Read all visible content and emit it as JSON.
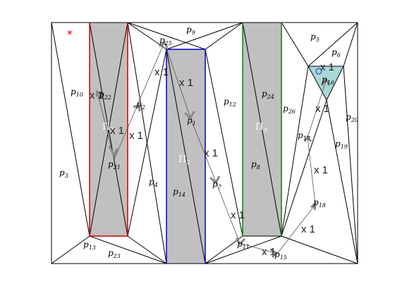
{
  "figure": {
    "corner_marker": "*",
    "colors": {
      "region": "#c0c0c0",
      "triangle": "#a8d8d8",
      "red_edge": "#cc0000",
      "blue_edge": "#0000cc",
      "green_edge": "#008800",
      "path": "#777777",
      "marker": "#4444cc"
    },
    "regions": [
      {
        "id": "Pi1",
        "label": "Π",
        "sub": "1"
      },
      {
        "id": "Pi2",
        "label": "Π",
        "sub": "2"
      },
      {
        "id": "Pi3",
        "label": "Π",
        "sub": "3"
      }
    ],
    "points": [
      {
        "id": "p1",
        "label": "p",
        "sub": "1"
      },
      {
        "id": "p2",
        "label": "p",
        "sub": "2"
      },
      {
        "id": "p3",
        "label": "p",
        "sub": "3"
      },
      {
        "id": "p4",
        "label": "p",
        "sub": "4"
      },
      {
        "id": "p5",
        "label": "p",
        "sub": "5"
      },
      {
        "id": "p6",
        "label": "p",
        "sub": "6"
      },
      {
        "id": "p7",
        "label": "p",
        "sub": "7"
      },
      {
        "id": "p8",
        "label": "p",
        "sub": "8"
      },
      {
        "id": "p9",
        "label": "p",
        "sub": "9"
      },
      {
        "id": "p10",
        "label": "p",
        "sub": "10"
      },
      {
        "id": "p11",
        "label": "p",
        "sub": "11"
      },
      {
        "id": "p12",
        "label": "p",
        "sub": "12"
      },
      {
        "id": "p13",
        "label": "p",
        "sub": "13"
      },
      {
        "id": "p14",
        "label": "p",
        "sub": "14"
      },
      {
        "id": "p15",
        "label": "p",
        "sub": "15"
      },
      {
        "id": "p16",
        "label": "p",
        "sub": "16"
      },
      {
        "id": "p17",
        "label": "p",
        "sub": "17"
      },
      {
        "id": "p18",
        "label": "p",
        "sub": "18"
      },
      {
        "id": "p19",
        "label": "p",
        "sub": "19"
      },
      {
        "id": "p20",
        "label": "p",
        "sub": "20"
      },
      {
        "id": "p21",
        "label": "p",
        "sub": "21"
      },
      {
        "id": "p22",
        "label": "p",
        "sub": "22"
      },
      {
        "id": "p23",
        "label": "p",
        "sub": "23"
      },
      {
        "id": "p24",
        "label": "p",
        "sub": "24"
      },
      {
        "id": "p25",
        "label": "p",
        "sub": "25"
      },
      {
        "id": "p26",
        "label": "p",
        "sub": "26"
      }
    ],
    "weights": [
      {
        "id": "w1",
        "text": "x 1"
      },
      {
        "id": "w2",
        "text": "x 1"
      },
      {
        "id": "w3",
        "text": "x 1"
      },
      {
        "id": "w4",
        "text": "x 1"
      },
      {
        "id": "w5",
        "text": "x 1"
      },
      {
        "id": "w6",
        "text": "x 1"
      },
      {
        "id": "w7",
        "text": "x 1"
      },
      {
        "id": "w8",
        "text": "x 1"
      },
      {
        "id": "w9",
        "text": "x 1"
      },
      {
        "id": "w10",
        "text": "x 1"
      },
      {
        "id": "w11",
        "text": "x 1"
      },
      {
        "id": "w12",
        "text": "x 1"
      }
    ]
  }
}
